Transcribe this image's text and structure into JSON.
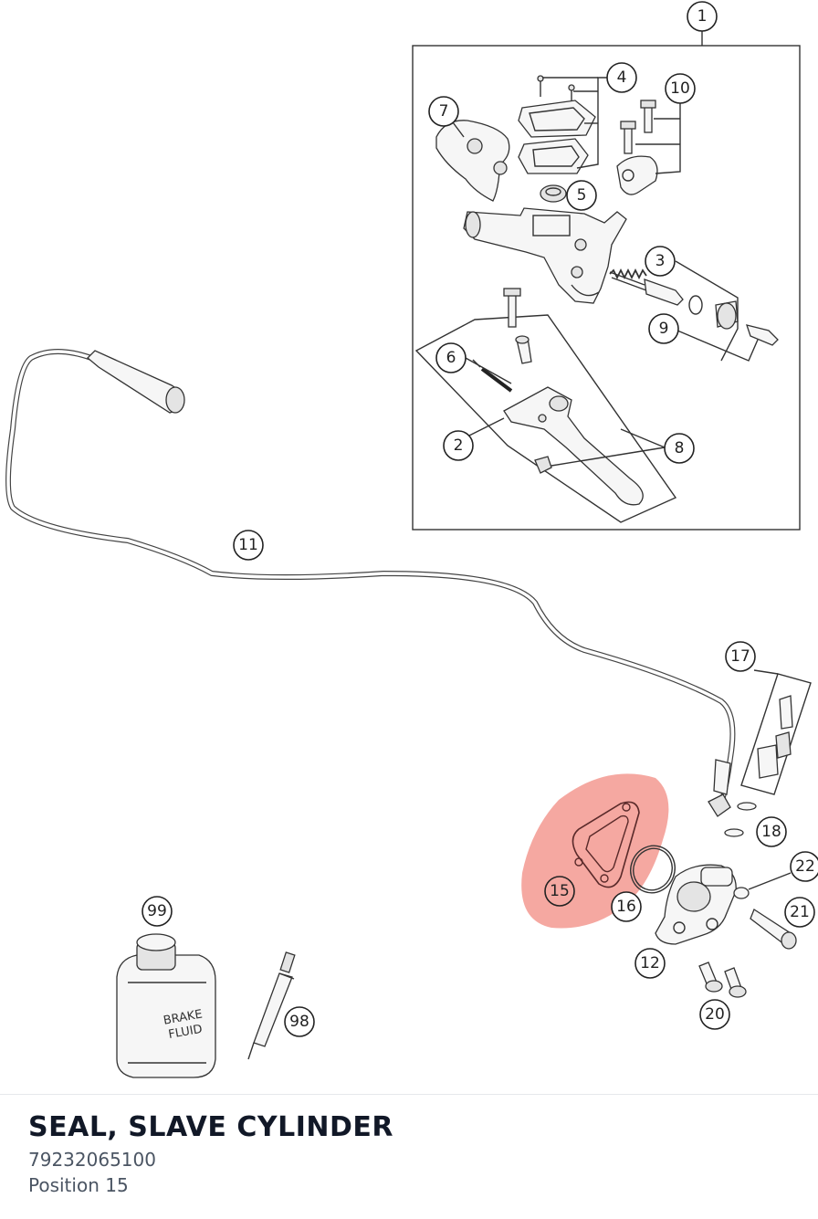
{
  "part": {
    "title": "SEAL, SLAVE CYLINDER",
    "number": "79232065100",
    "position_label": "Position 15"
  },
  "diagram": {
    "highlight_color": "#f28b82",
    "callouts": [
      "1",
      "2",
      "3",
      "4",
      "5",
      "6",
      "7",
      "8",
      "9",
      "10",
      "11",
      "12",
      "15",
      "16",
      "17",
      "18",
      "20",
      "21",
      "22",
      "98",
      "99"
    ],
    "highlighted_callout": "15",
    "can_label": "BRAKE FLUID"
  }
}
